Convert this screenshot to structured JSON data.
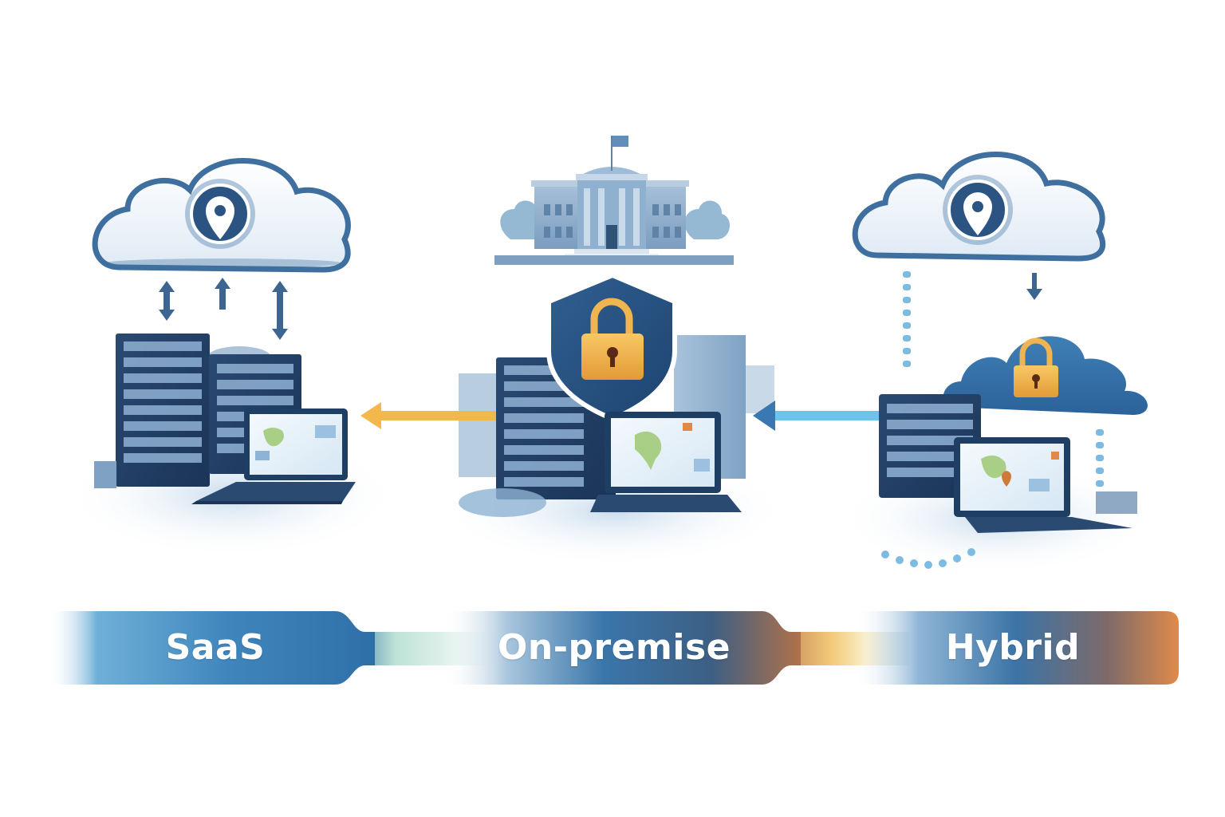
{
  "diagram": {
    "title": "Deployment models",
    "sections": [
      {
        "id": "saas",
        "label": "SaaS",
        "icons": [
          "cloud-icon",
          "location-pin-icon",
          "server-rack-icon",
          "laptop-icon",
          "sync-arrows-icon"
        ]
      },
      {
        "id": "on-premise",
        "label": "On-premise",
        "icons": [
          "government-building-icon",
          "shield-icon",
          "padlock-icon",
          "server-rack-icon",
          "laptop-icon"
        ]
      },
      {
        "id": "hybrid",
        "label": "Hybrid",
        "icons": [
          "cloud-icon",
          "location-pin-icon",
          "private-cloud-icon",
          "padlock-icon",
          "server-rack-icon",
          "laptop-icon"
        ]
      }
    ],
    "connectors": [
      {
        "from": "on-premise",
        "to": "saas",
        "color": "#F2B84B"
      },
      {
        "from": "hybrid",
        "to": "on-premise",
        "color": "#6CC4EE"
      }
    ]
  },
  "colors": {
    "primary_blue": "#2E6A9E",
    "dark_navy": "#1F3E63",
    "light_blue": "#BFD7EA",
    "accent_orange": "#E08A4A",
    "lock_gold": "#F0B450",
    "connector_mint": "#CFEAE0",
    "connector_yellow": "#F8DE9E"
  }
}
